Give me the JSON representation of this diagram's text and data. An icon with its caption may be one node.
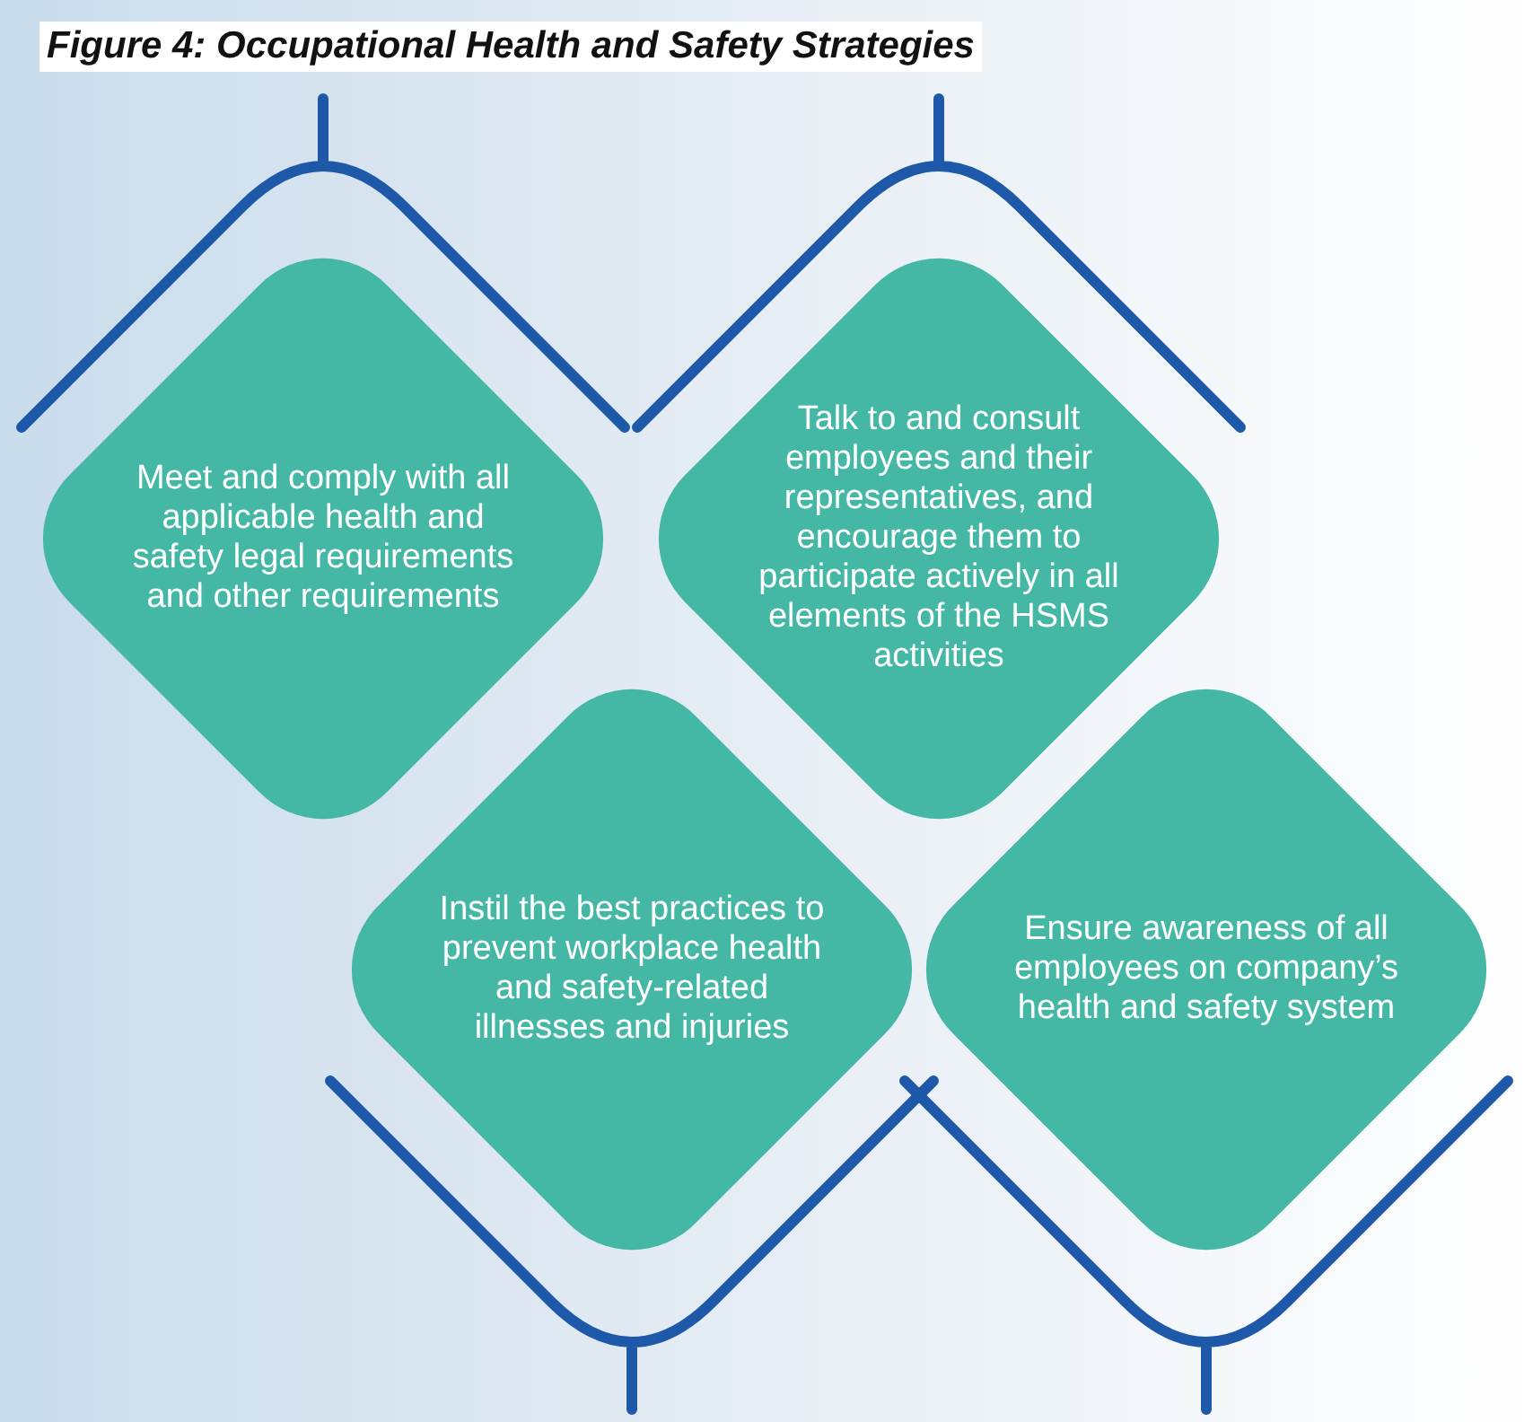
{
  "diagram": {
    "title": "Figure 4: Occupational Health and Safety Strategies",
    "nodes": [
      {
        "text": [
          "Meet and comply with all applicable health and safety legal requirements and other requirements"
        ]
      },
      {
        "text": [
          "Talk to and consult employees and their representatives, and encourage them to participate actively in all elements of the HSMS activities"
        ]
      },
      {
        "text": [
          "Instil the best practices to prevent workplace health and safety-related illnesses and injuries"
        ]
      },
      {
        "text": [
          "Ensure awareness of all employees on company’s health and safety system"
        ]
      }
    ],
    "edges": []
  }
}
